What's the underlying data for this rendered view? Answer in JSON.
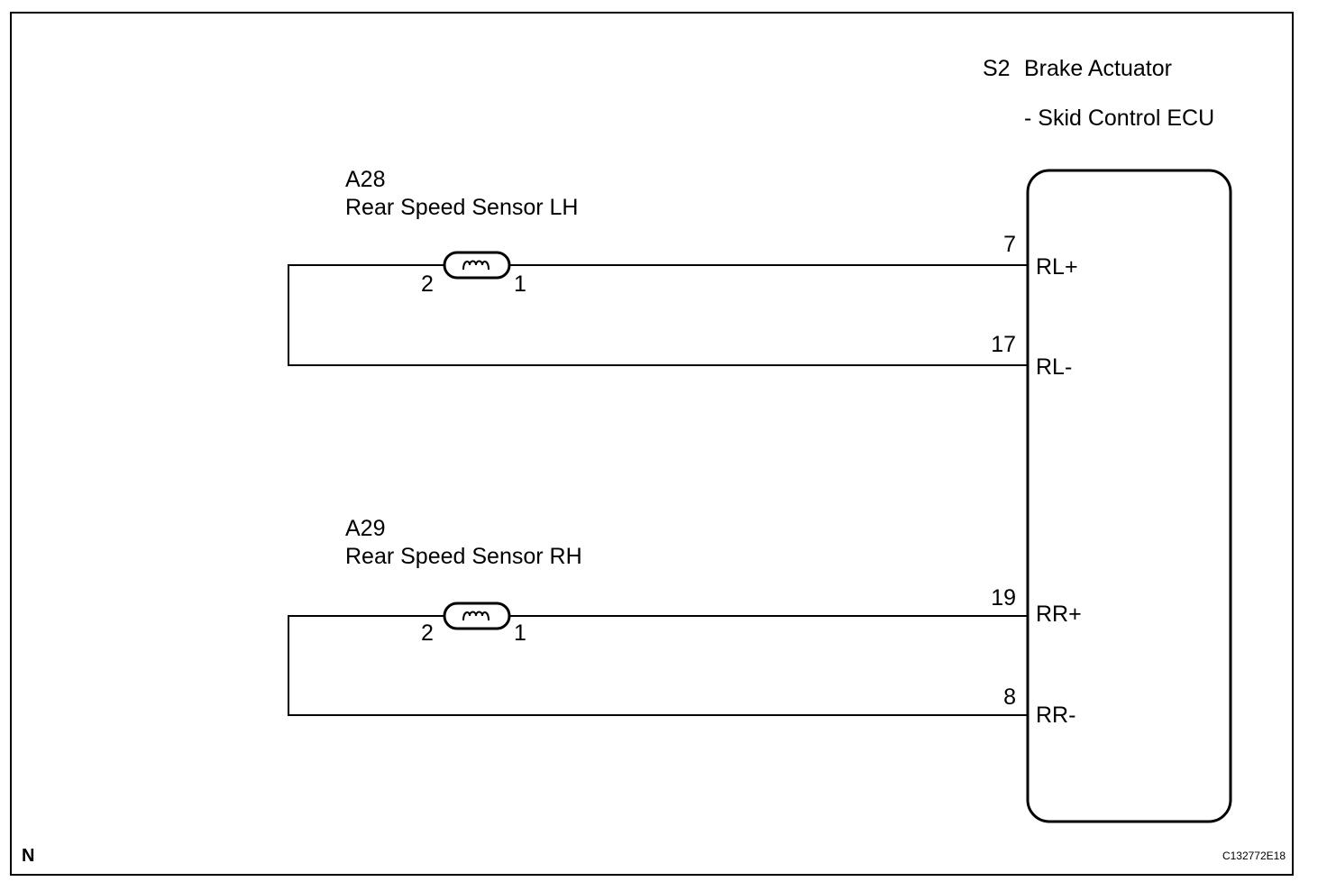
{
  "ecu": {
    "connector": "S2",
    "name": "Brake Actuator",
    "subname": "- Skid Control ECU",
    "pins": [
      {
        "number": "7",
        "name": "RL+"
      },
      {
        "number": "17",
        "name": "RL-"
      },
      {
        "number": "19",
        "name": "RR+"
      },
      {
        "number": "8",
        "name": "RR-"
      }
    ]
  },
  "sensors": [
    {
      "connector": "A28",
      "name": "Rear Speed Sensor LH",
      "pin_left": "2",
      "pin_right": "1"
    },
    {
      "connector": "A29",
      "name": "Rear Speed Sensor RH",
      "pin_left": "2",
      "pin_right": "1"
    }
  ],
  "footer": {
    "corner_mark": "N",
    "figure_code": "C132772E18"
  },
  "colors": {
    "line": "#000000",
    "background": "#ffffff"
  }
}
